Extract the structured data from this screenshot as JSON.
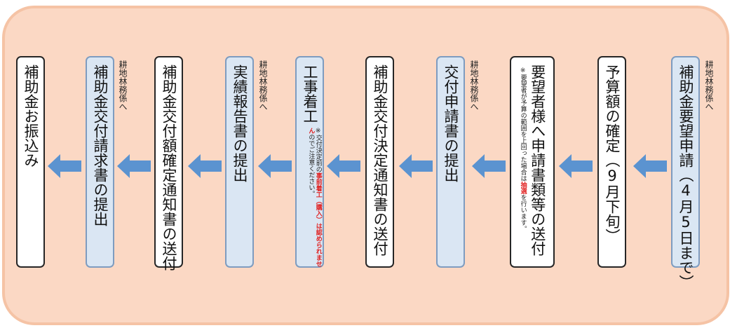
{
  "steps": [
    {
      "label": "補助金要望申請（4月5日まで）",
      "side": "耕地林務係へ"
    },
    {
      "label": "予算額の確定（9月下旬）"
    },
    {
      "label": "要望者様へ申請書類等の送付",
      "note_parts": [
        "※要望者が予算の範囲を上回った場合は",
        "抽選",
        "を行います。"
      ]
    },
    {
      "label": "交付申請書の提出",
      "side": "耕地林務係へ"
    },
    {
      "label": "補助金交付決定通知書の送付"
    },
    {
      "label": "工事着工",
      "note_parts": [
        "※交付決定前の",
        "事前着工（購入）は認められません",
        "のでご注意ください。"
      ]
    },
    {
      "label": "実績報告書の提出",
      "side": "耕地林務係へ"
    },
    {
      "label": "補助金交付額確定通知書の送付"
    },
    {
      "label": "補助金交付請求書の提出",
      "side": "耕地林務係へ"
    },
    {
      "label": "補助金お振込み"
    }
  ],
  "colors": {
    "frame_fill": "#fbd8c4",
    "frame_border": "#f5c3a5",
    "applicant_box_fill": "#dae6f3",
    "office_box_fill": "#ffffff",
    "arrow": "#5b93d0",
    "emphasis_text": "#e02020"
  }
}
